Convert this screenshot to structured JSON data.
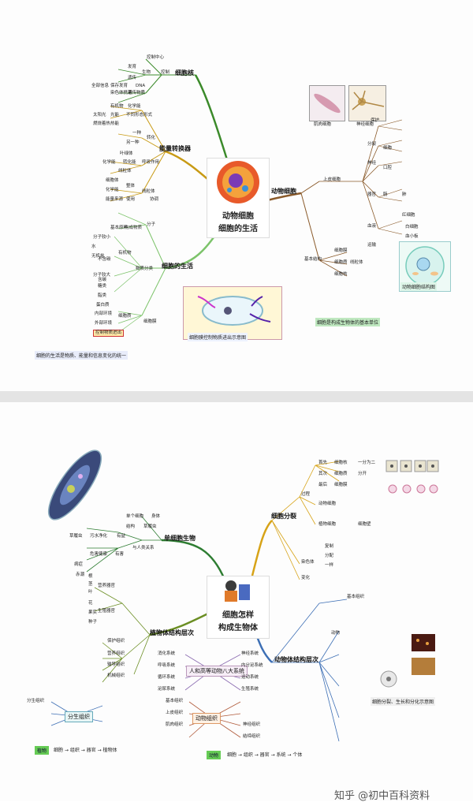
{
  "top": {
    "center_line1": "动物细胞",
    "center_line2": "细胞的生活",
    "branches": {
      "nucleus": "细胞核",
      "energy": "能量转换器",
      "life": "细胞的生活",
      "animal_cell": "动物细胞"
    },
    "left_labels": [
      "控制中心",
      "发育",
      "生物",
      "控制",
      "遗传",
      "DNA",
      "全部信息",
      "保存发育",
      "遗传物质",
      "染色体携带",
      "有机物",
      "化学能",
      "太阳光",
      "光能",
      "不同形态形式",
      "燃烧着热",
      "热能",
      "一种",
      "另一种",
      "转化",
      "叶绿体",
      "化学能",
      "转化能",
      "呼吸作用",
      "线粒体",
      "细胞体",
      "整体",
      "化学能",
      "能量来源",
      "线粒体",
      "使用",
      "协调",
      "水",
      "无机盐",
      "分子较小",
      "不含碳",
      "有机物",
      "含碳",
      "分子较大",
      "物质分类",
      "糖类",
      "脂类",
      "蛋白质",
      "基本原料",
      "构成物质",
      "分子",
      "细胞膜",
      "细胞质",
      "内部环境",
      "外部环境",
      "控制物质进出"
    ],
    "right_labels": [
      "肌肉细胞",
      "神经细胞",
      "上皮细胞",
      "保护",
      "分裂",
      "细胞",
      "神经",
      "器官",
      "口腔",
      "肠",
      "肺",
      "血液",
      "红细胞",
      "白细胞",
      "血小板",
      "运输",
      "细胞膜",
      "细胞质",
      "细胞核",
      "线粒体",
      "基本结构",
      "动物细胞结构图"
    ],
    "caption_membrane": "细胞膜控制物质进出示意图",
    "caption_bottom_left": "细胞的生活是物质、能量和信息变化的统一",
    "caption_right": "细胞是构成生物体的基本单位"
  },
  "bottom": {
    "center_line1": "细胞怎样",
    "center_line2": "构成生物体",
    "branches": {
      "single": "单细胞生物",
      "division": "细胞分裂",
      "plant_levels": "植物体结构层次",
      "animal_levels": "动物体结构层次"
    },
    "subbranch_human": "人和高等动物八大系统",
    "subbranch_tissue": "分生组织",
    "subbranch_animal_tissue": "动物组织",
    "left_labels": [
      "单个细胞",
      "身体",
      "结构",
      "草履虫",
      "草履虫",
      "污水净化",
      "有益",
      "与人类关系",
      "危害健康",
      "有害",
      "病症",
      "赤潮",
      "营养器官",
      "根",
      "茎",
      "叶",
      "生殖器官",
      "花",
      "果实",
      "种子",
      "保护组织",
      "营养组织",
      "输导组织",
      "机械组织",
      "分生组织",
      "细胞",
      "组织",
      "器官",
      "植物体"
    ],
    "right_labels": [
      "过程",
      "首先",
      "细胞核",
      "一分为二",
      "其次",
      "细胞质",
      "分开",
      "最后",
      "细胞膜",
      "动物细胞",
      "植物细胞",
      "细胞壁",
      "染色体",
      "变化",
      "复制",
      "分配",
      "一样",
      "基本组织",
      "上皮组织",
      "肌肉组织",
      "神经组织",
      "结缔组织",
      "消化系统",
      "呼吸系统",
      "循环系统",
      "泌尿系统",
      "神经系统",
      "内分泌系统",
      "运动系统",
      "生殖系统",
      "动物",
      "细胞",
      "组织",
      "器官",
      "系统",
      "个体"
    ],
    "caption_division": "细胞分裂、生长和分化示意图",
    "green_plant": "植物",
    "green_animal": "动物",
    "plant_chain": "细胞 → 组织 → 器官 → 植物体",
    "animal_chain": "细胞 → 组织 → 器官 → 系统 → 个体",
    "watermark": "知乎 @初中百科资料"
  },
  "colors": {
    "nucleus": "#3b8a2a",
    "energy": "#c89a14",
    "life": "#7cc36a",
    "animal_cell": "#8a5a2a",
    "b_single": "#2e7d32",
    "b_division": "#d7a317",
    "b_plant": "#6b8e23",
    "b_animal": "#3d6fb5"
  },
  "icons": [
    "cell-illustration",
    "paramecium-illustration",
    "student-icon",
    "division-diagram"
  ]
}
